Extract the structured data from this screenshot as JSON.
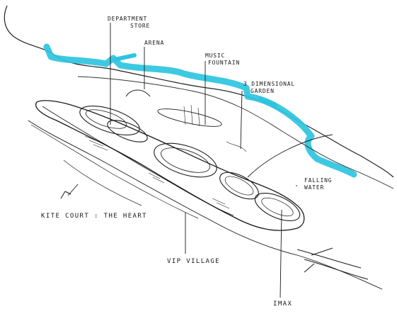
{
  "labels": {
    "department_store_line1": "DEPARTMENT",
    "department_store_line2": "STORE",
    "arena": "ARENA",
    "music_fountain_line1": "MUSIC",
    "music_fountain_line2": "FOUNTAIN",
    "garden_line1": "3 DIMENSIONAL",
    "garden_line2": "GARDEN",
    "falling_water_line1": "FALLING",
    "falling_water_line2": "WATER",
    "kite_court": "KITE COURT : THE HEART",
    "vip_village": "VIP VILLAGE",
    "imax": "IMAX"
  },
  "colors": {
    "river_highlight": "#2ec4df",
    "ink": "#1a1a1a"
  }
}
